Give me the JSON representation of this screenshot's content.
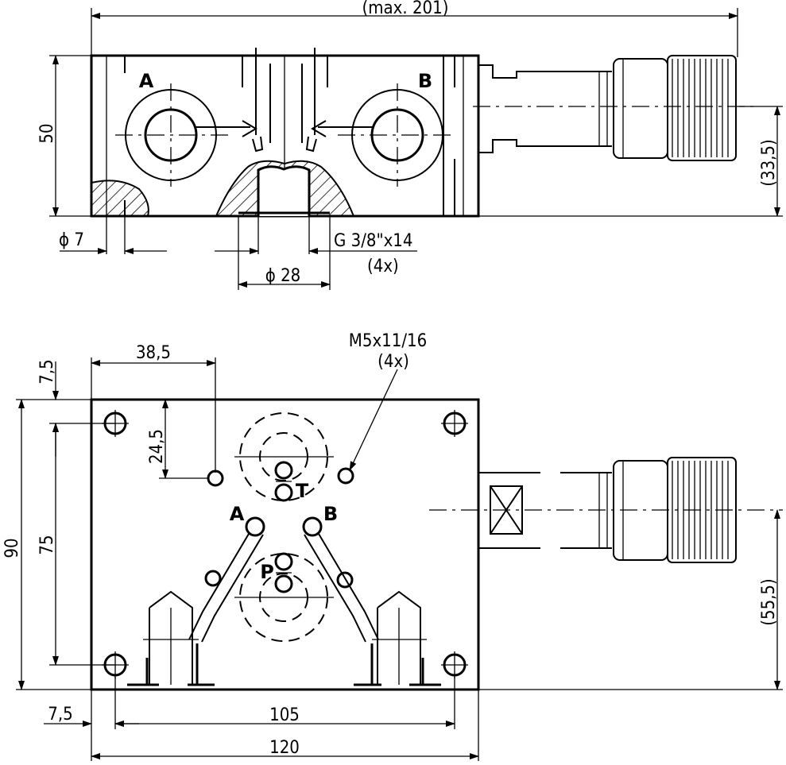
{
  "front_view": {
    "overall_length": "(max. 201)",
    "height": "50",
    "connector_height": "(33,5)",
    "port_a_label": "A",
    "port_b_label": "B",
    "hole_dia_small": "ϕ 7",
    "thread": "G 3/8\"x14",
    "thread_qty": "(4x)",
    "counterbore_dia": "ϕ 28"
  },
  "bottom_view": {
    "screw_thread": "M5x11/16",
    "screw_qty": "(4x)",
    "dim_38_5": "38,5",
    "dim_7_5_top": "7,5",
    "dim_24_5": "24,5",
    "dim_90": "90",
    "dim_75": "75",
    "dim_55_5": "(55,5)",
    "dim_7_5_bottom": "7,5",
    "dim_105": "105",
    "dim_120": "120",
    "port_a_label": "A",
    "port_b_label": "B",
    "port_t_label": "T",
    "port_p_label": "P"
  }
}
